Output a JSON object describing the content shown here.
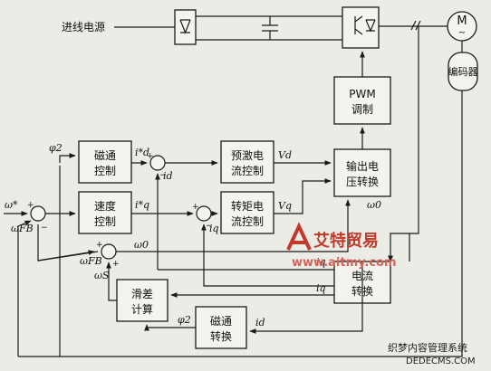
{
  "supply": {
    "label": "进线电源"
  },
  "motor": {
    "label": "M",
    "encoder_label": "编码器"
  },
  "blocks": {
    "pwm": {
      "line1": "PWM",
      "line2": "调制"
    },
    "flux_ctrl": {
      "line1": "磁通",
      "line2": "控制"
    },
    "speed_ctrl": {
      "line1": "速度",
      "line2": "控制"
    },
    "pre_exc": {
      "line1": "预激电",
      "line2": "流控制"
    },
    "torque_ctrl": {
      "line1": "转矩电",
      "line2": "流控制"
    },
    "out_volt": {
      "line1": "输出电",
      "line2": "压转换"
    },
    "cur_conv": {
      "line1": "电流",
      "line2": "转换"
    },
    "slip_calc": {
      "line1": "滑差",
      "line2": "计算"
    },
    "flux_conv": {
      "line1": "磁通",
      "line2": "转换"
    }
  },
  "signals": {
    "phi2": "φ2",
    "phi2b": "φ2",
    "id_ref": "i*d",
    "id": "id",
    "id_fb": "id",
    "iq_ref": "i*q",
    "iq": "iq",
    "iq_fb1": "iq",
    "iq_fb2": "iq",
    "vd": "Vd",
    "vq": "Vq",
    "omega_ref": "ω*",
    "omega_fb": "ωFB",
    "omega_fb2": "ωFB",
    "omega0": "ω0",
    "omega0b": "ω0",
    "omega_s": "ωS"
  },
  "sum_signs": {
    "plus": "+",
    "minus": "−"
  },
  "watermarks": {
    "brand": "艾特贸易",
    "url": "www.aitmy.com",
    "site": "织梦内容管理系统",
    "site_url": "DEDECMS.COM"
  }
}
